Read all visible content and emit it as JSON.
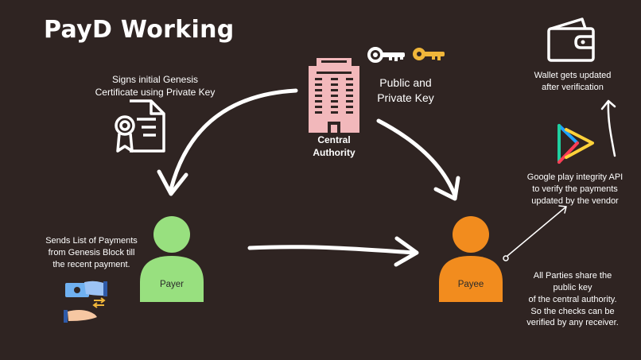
{
  "title": "PayD Working",
  "central_authority": {
    "label_line1": "Central",
    "label_line2": "Authority"
  },
  "keys_label": {
    "line1": "Public and",
    "line2": "Private Key"
  },
  "genesis_note": {
    "line1": "Signs initial Genesis",
    "line2": "Certificate using Private Key"
  },
  "wallet_note": {
    "line1": "Wallet gets updated",
    "line2": "after verification"
  },
  "google_note": {
    "line1": "Google play integrity API",
    "line2": "to verify the payments",
    "line3": "updated by the vendor"
  },
  "payer": {
    "label": "Payer",
    "color": "#98e07f"
  },
  "payee": {
    "label": "Payee",
    "color": "#f28c1e"
  },
  "payments_note": {
    "line1": "Sends List of Payments",
    "line2": "from Genesis Block till",
    "line3": "the recent payment."
  },
  "parties_note": {
    "line1": "All Parties share the",
    "line2": "public key",
    "line3": "of the central authority.",
    "line4": "So the checks can be",
    "line5": "verified by  any receiver."
  },
  "colors": {
    "background": "#2f2422",
    "building": "#f2b8bb",
    "key_gold": "#f0b63a",
    "arrow": "#ffffff"
  }
}
